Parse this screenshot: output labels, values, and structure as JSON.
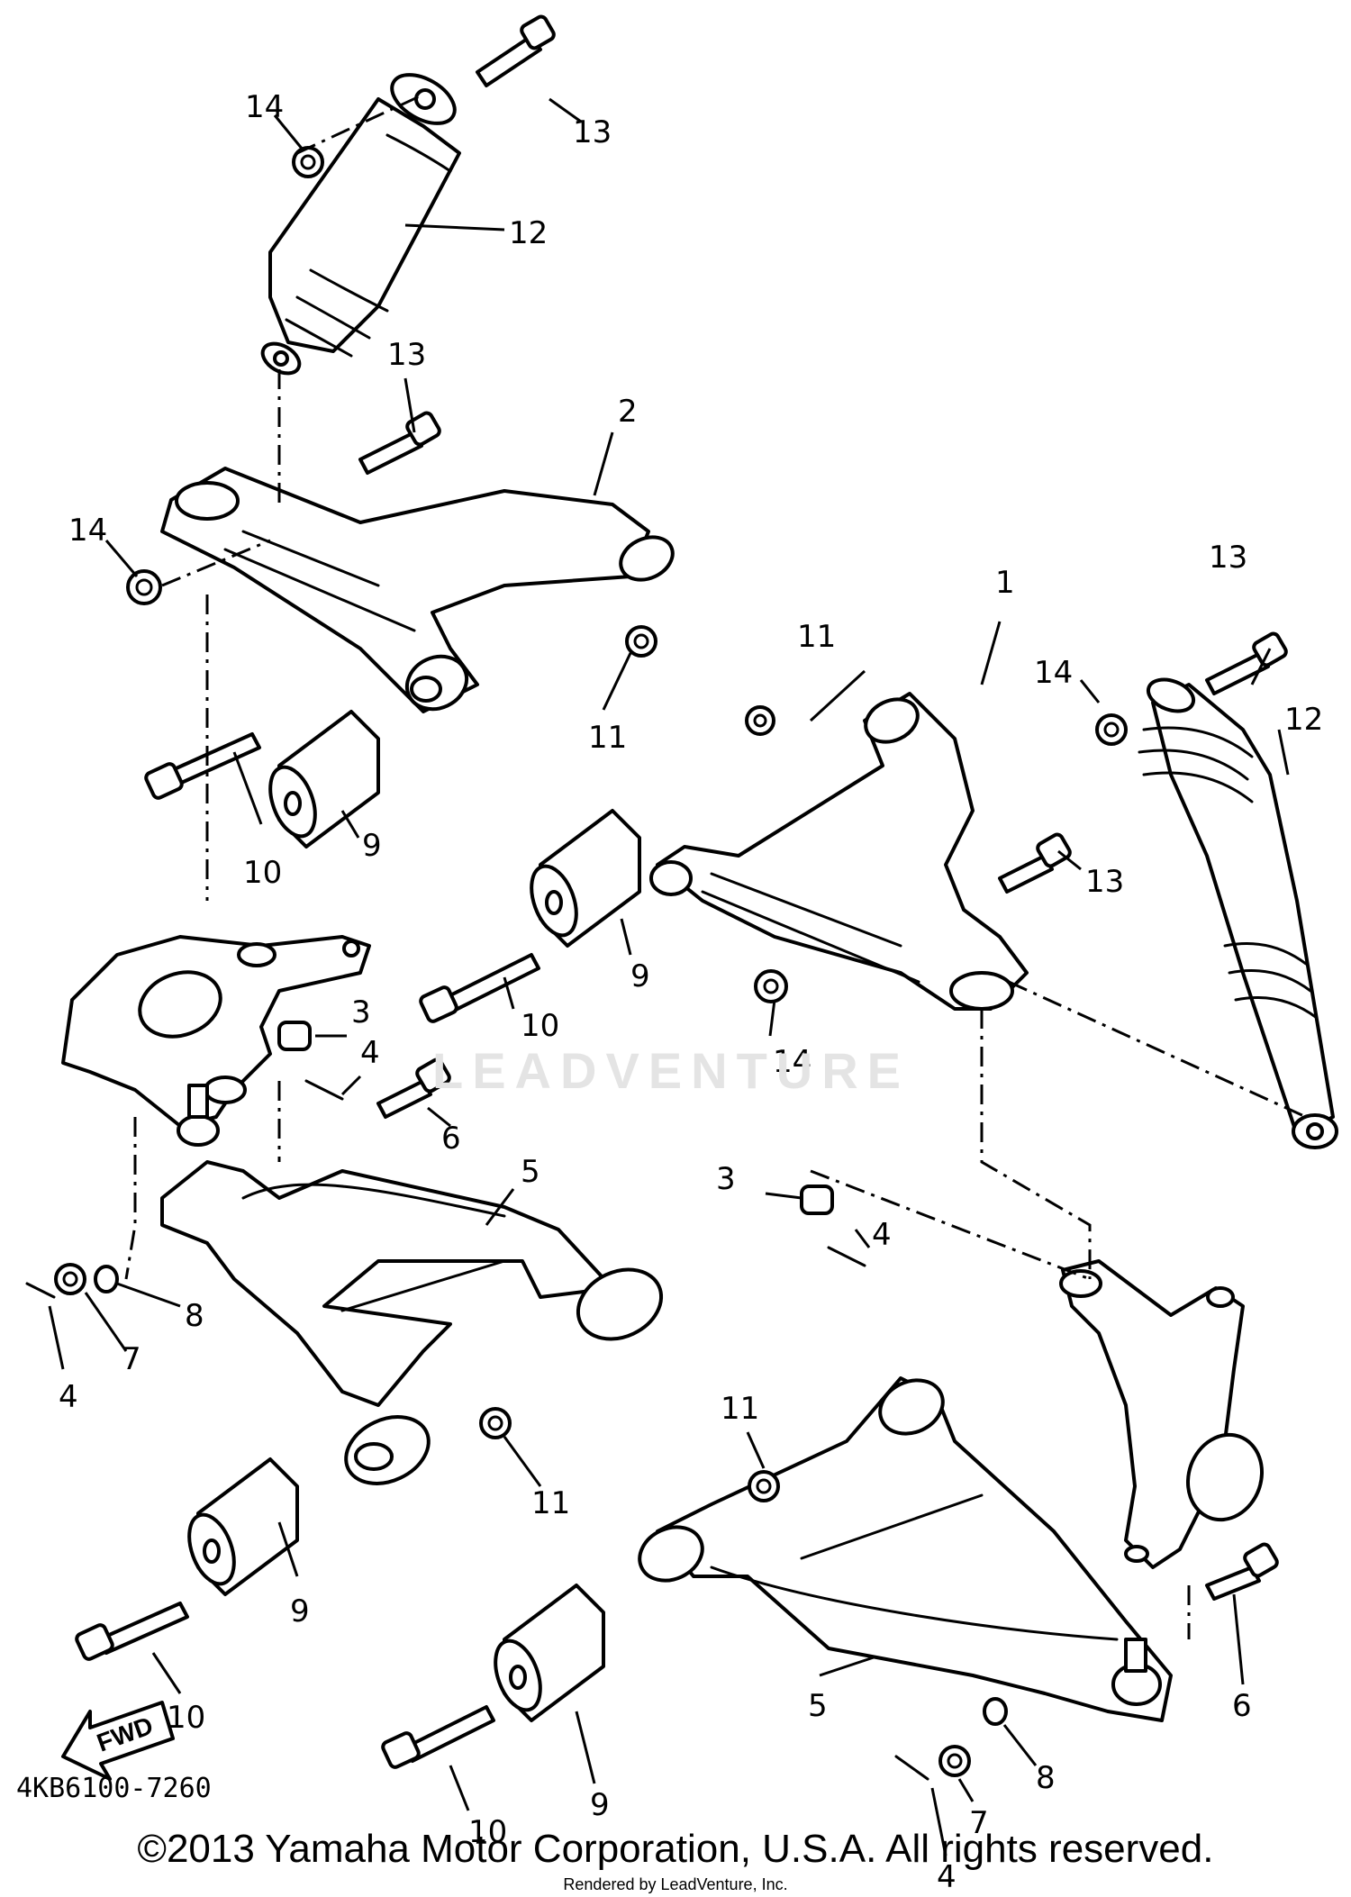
{
  "diagram": {
    "part_number": "4KB6100-7260",
    "fwd_label": "FWD",
    "watermark": "LEADVENTURE",
    "copyright": "©2013 Yamaha Motor Corporation, U.S.A. All rights reserved.",
    "rendered_by": "Rendered by LeadVenture, Inc.",
    "callouts": [
      {
        "id": "c14a",
        "text": "14"
      },
      {
        "id": "c13a",
        "text": "13"
      },
      {
        "id": "c12a",
        "text": "12"
      },
      {
        "id": "c13b",
        "text": "13"
      },
      {
        "id": "c2",
        "text": "2"
      },
      {
        "id": "c14b",
        "text": "14"
      },
      {
        "id": "c11a",
        "text": "11"
      },
      {
        "id": "c9a",
        "text": "9"
      },
      {
        "id": "c10a",
        "text": "10"
      },
      {
        "id": "c1",
        "text": "1"
      },
      {
        "id": "c11b",
        "text": "11"
      },
      {
        "id": "c13c",
        "text": "13"
      },
      {
        "id": "c14c",
        "text": "14"
      },
      {
        "id": "c12b",
        "text": "12"
      },
      {
        "id": "c13d",
        "text": "13"
      },
      {
        "id": "c9b",
        "text": "9"
      },
      {
        "id": "c10b",
        "text": "10"
      },
      {
        "id": "c14d",
        "text": "14"
      },
      {
        "id": "c3a",
        "text": "3"
      },
      {
        "id": "c4a",
        "text": "4"
      },
      {
        "id": "c6a",
        "text": "6"
      },
      {
        "id": "c5a",
        "text": "5"
      },
      {
        "id": "c8a",
        "text": "8"
      },
      {
        "id": "c7a",
        "text": "7"
      },
      {
        "id": "c4b",
        "text": "4"
      },
      {
        "id": "c3b",
        "text": "3"
      },
      {
        "id": "c4c",
        "text": "4"
      },
      {
        "id": "c11c",
        "text": "11"
      },
      {
        "id": "c11d",
        "text": "11"
      },
      {
        "id": "c9c",
        "text": "9"
      },
      {
        "id": "c10c",
        "text": "10"
      },
      {
        "id": "c6b",
        "text": "6"
      },
      {
        "id": "c5b",
        "text": "5"
      },
      {
        "id": "c9d",
        "text": "9"
      },
      {
        "id": "c10d",
        "text": "10"
      },
      {
        "id": "c8b",
        "text": "8"
      },
      {
        "id": "c7b",
        "text": "7"
      },
      {
        "id": "c4d",
        "text": "4"
      }
    ]
  }
}
